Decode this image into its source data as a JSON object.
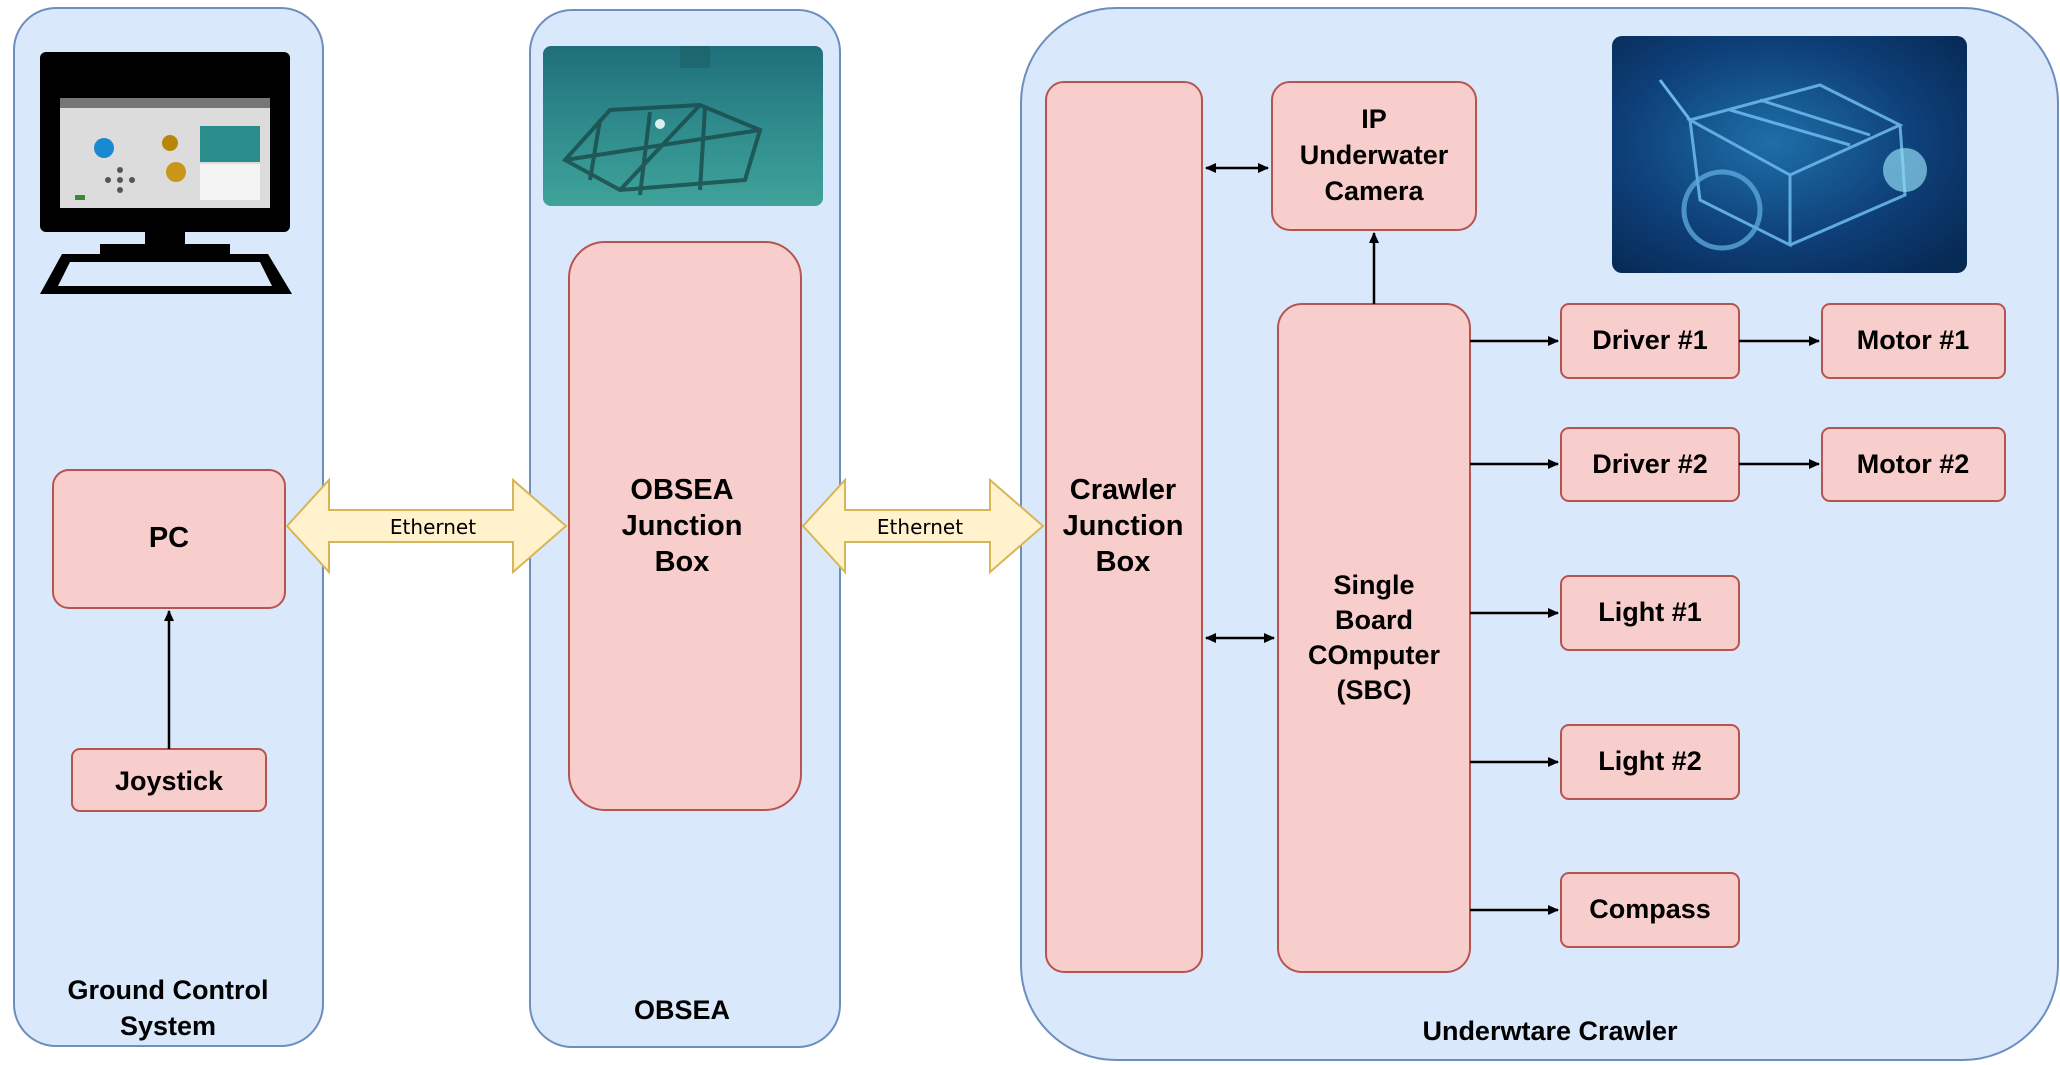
{
  "panels": {
    "ground": {
      "title_line1": "Ground Control",
      "title_line2": "System"
    },
    "obsea": {
      "title": "OBSEA"
    },
    "crawler": {
      "title": "Underwtare Crawler"
    }
  },
  "nodes": {
    "pc": "PC",
    "joystick": "Joystick",
    "obsea_jb": [
      "OBSEA",
      "Junction",
      "Box"
    ],
    "crawler_jb": [
      "Crawler",
      "Junction",
      "Box"
    ],
    "camera": [
      "IP",
      "Underwater",
      "Camera"
    ],
    "sbc": [
      "Single",
      "Board",
      "COmputer",
      "(SBC)"
    ],
    "driver1": "Driver #1",
    "driver2": "Driver #2",
    "motor1": "Motor #1",
    "motor2": "Motor #2",
    "light1": "Light #1",
    "light2": "Light #2",
    "compass": "Compass"
  },
  "links": {
    "ethernet1": "Ethernet",
    "ethernet2": "Ethernet"
  },
  "images": {
    "monitor": "monitor-icon",
    "obsea_photo": "underwater-observatory-photo",
    "crawler_photo": "underwater-crawler-photo"
  },
  "colors": {
    "panel_fill": "#dae8fc",
    "panel_stroke": "#6c8ebf",
    "node_fill": "#f8cecc",
    "node_stroke": "#b85450",
    "ethernet_fill": "#fff2cc",
    "ethernet_stroke": "#d6b656"
  }
}
